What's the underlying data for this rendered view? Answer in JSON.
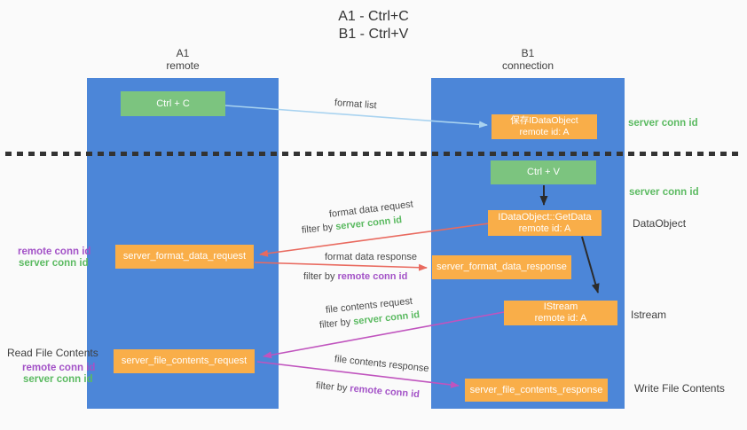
{
  "title": {
    "line1": "A1 - Ctrl+C",
    "line2": "B1 - Ctrl+V"
  },
  "columns": {
    "a": {
      "title": "A1",
      "subtitle": "remote"
    },
    "b": {
      "title": "B1",
      "subtitle": "connection"
    }
  },
  "nodes": {
    "ctrl_c": {
      "label": "Ctrl + C"
    },
    "save_idataobject": {
      "line1": "保存IDataObject",
      "line2": "remote id: A"
    },
    "ctrl_v": {
      "label": "Ctrl + V"
    },
    "getdata": {
      "line1": "IDataObject::GetData",
      "line2": "remote id: A"
    },
    "format_request": {
      "label": "server_format_data_request"
    },
    "format_response": {
      "label": "server_format_data_response"
    },
    "istream": {
      "line1": "IStream",
      "line2": "remote id: A"
    },
    "file_request": {
      "label": "server_file_contents_request"
    },
    "file_response": {
      "label": "server_file_contents_response"
    }
  },
  "arrow_labels": {
    "format_list": "format list",
    "format_data_request": "format data request",
    "format_data_response": "format data response",
    "file_contents_request": "file contents request",
    "file_contents_response": "file contents response",
    "filter_by": "filter by",
    "server_conn_id": "server conn id",
    "remote_conn_id": "remote conn id"
  },
  "side_labels": {
    "server_conn_id_right_top": "server conn id",
    "server_conn_id_right_mid": "server conn id",
    "dataobject": "DataObject",
    "istream": "Istream",
    "write_file_contents": "Write File Contents",
    "read_file_contents": "Read File Contents",
    "remote_conn_id": "remote conn id",
    "server_conn_id": "server conn id"
  },
  "colors": {
    "column_blue": "#4C86D8",
    "node_orange": "#F9AE49",
    "node_green": "#7CC47F",
    "arrow_blue": "#A9D3F0",
    "arrow_red": "#E96A5F",
    "arrow_magenta": "#C054BE",
    "arrow_black": "#2B2B2B",
    "text_green": "#5BBA61",
    "text_purple": "#A352C7"
  }
}
